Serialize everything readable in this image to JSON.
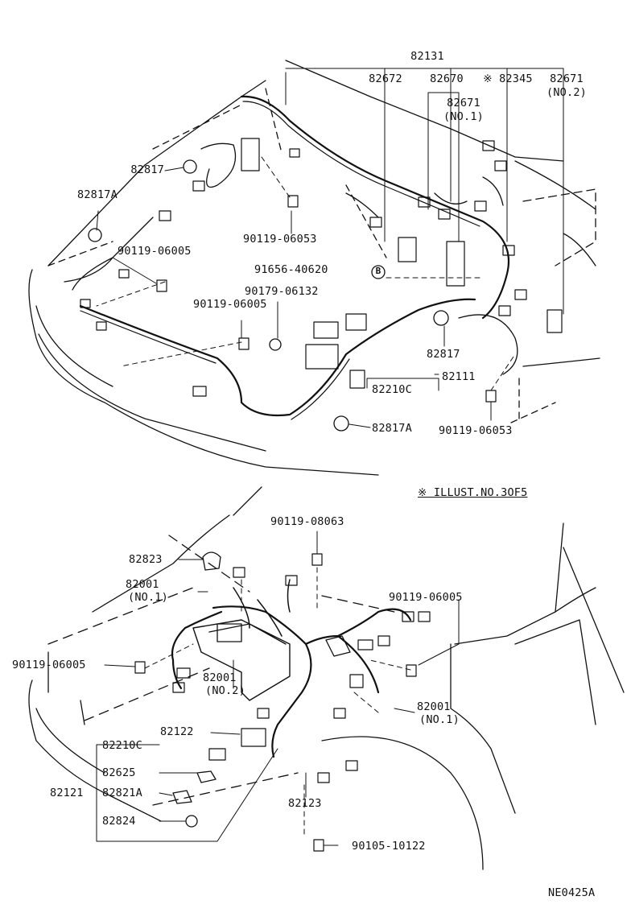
{
  "diagram": {
    "drawing_code": "NE0425A",
    "note": "※ ILLUST.NO.3OF5",
    "upper_view": {
      "labels": {
        "p82131": "82131",
        "p82672": "82672",
        "p82670": "82670",
        "p82345": "※ 82345",
        "p82671": "82671",
        "p82671_no2": "(NO.2)",
        "p82671b": "82671",
        "p82671b_no1": "(NO.1)",
        "p82817_top": "82817",
        "p82817A_left": "82817A",
        "p90119_06053_top": "90119-06053",
        "p90119_06005_a": "90119-06005",
        "p91656_40620": "91656-40620",
        "circle_b": "B",
        "p90179_06132": "90179-06132",
        "p90119_06005_b": "90119-06005",
        "p82817_right": "82817",
        "p82111": "82111",
        "p82210C": "82210C",
        "p82817A_bottom": "82817A",
        "p90119_06053_bottom": "90119-06053"
      }
    },
    "lower_view": {
      "labels": {
        "p90119_08063": "90119-08063",
        "p82823": "82823",
        "p82001_top": "82001",
        "p82001_top_no1": "(NO.1)",
        "p90119_06005_right": "90119-06005",
        "p90119_06005_left": "90119-06005",
        "p82001_mid": "82001",
        "p82001_mid_no2": "(NO.2)",
        "p82001_right": "82001",
        "p82001_right_no1": "(NO.1)",
        "p82122": "82122",
        "p82210C": "82210C",
        "p82625": "82625",
        "p82121": "82121",
        "p82821A": "82821A",
        "p82824": "82824",
        "p82123": "82123",
        "p90105_10122": "90105-10122"
      }
    }
  }
}
